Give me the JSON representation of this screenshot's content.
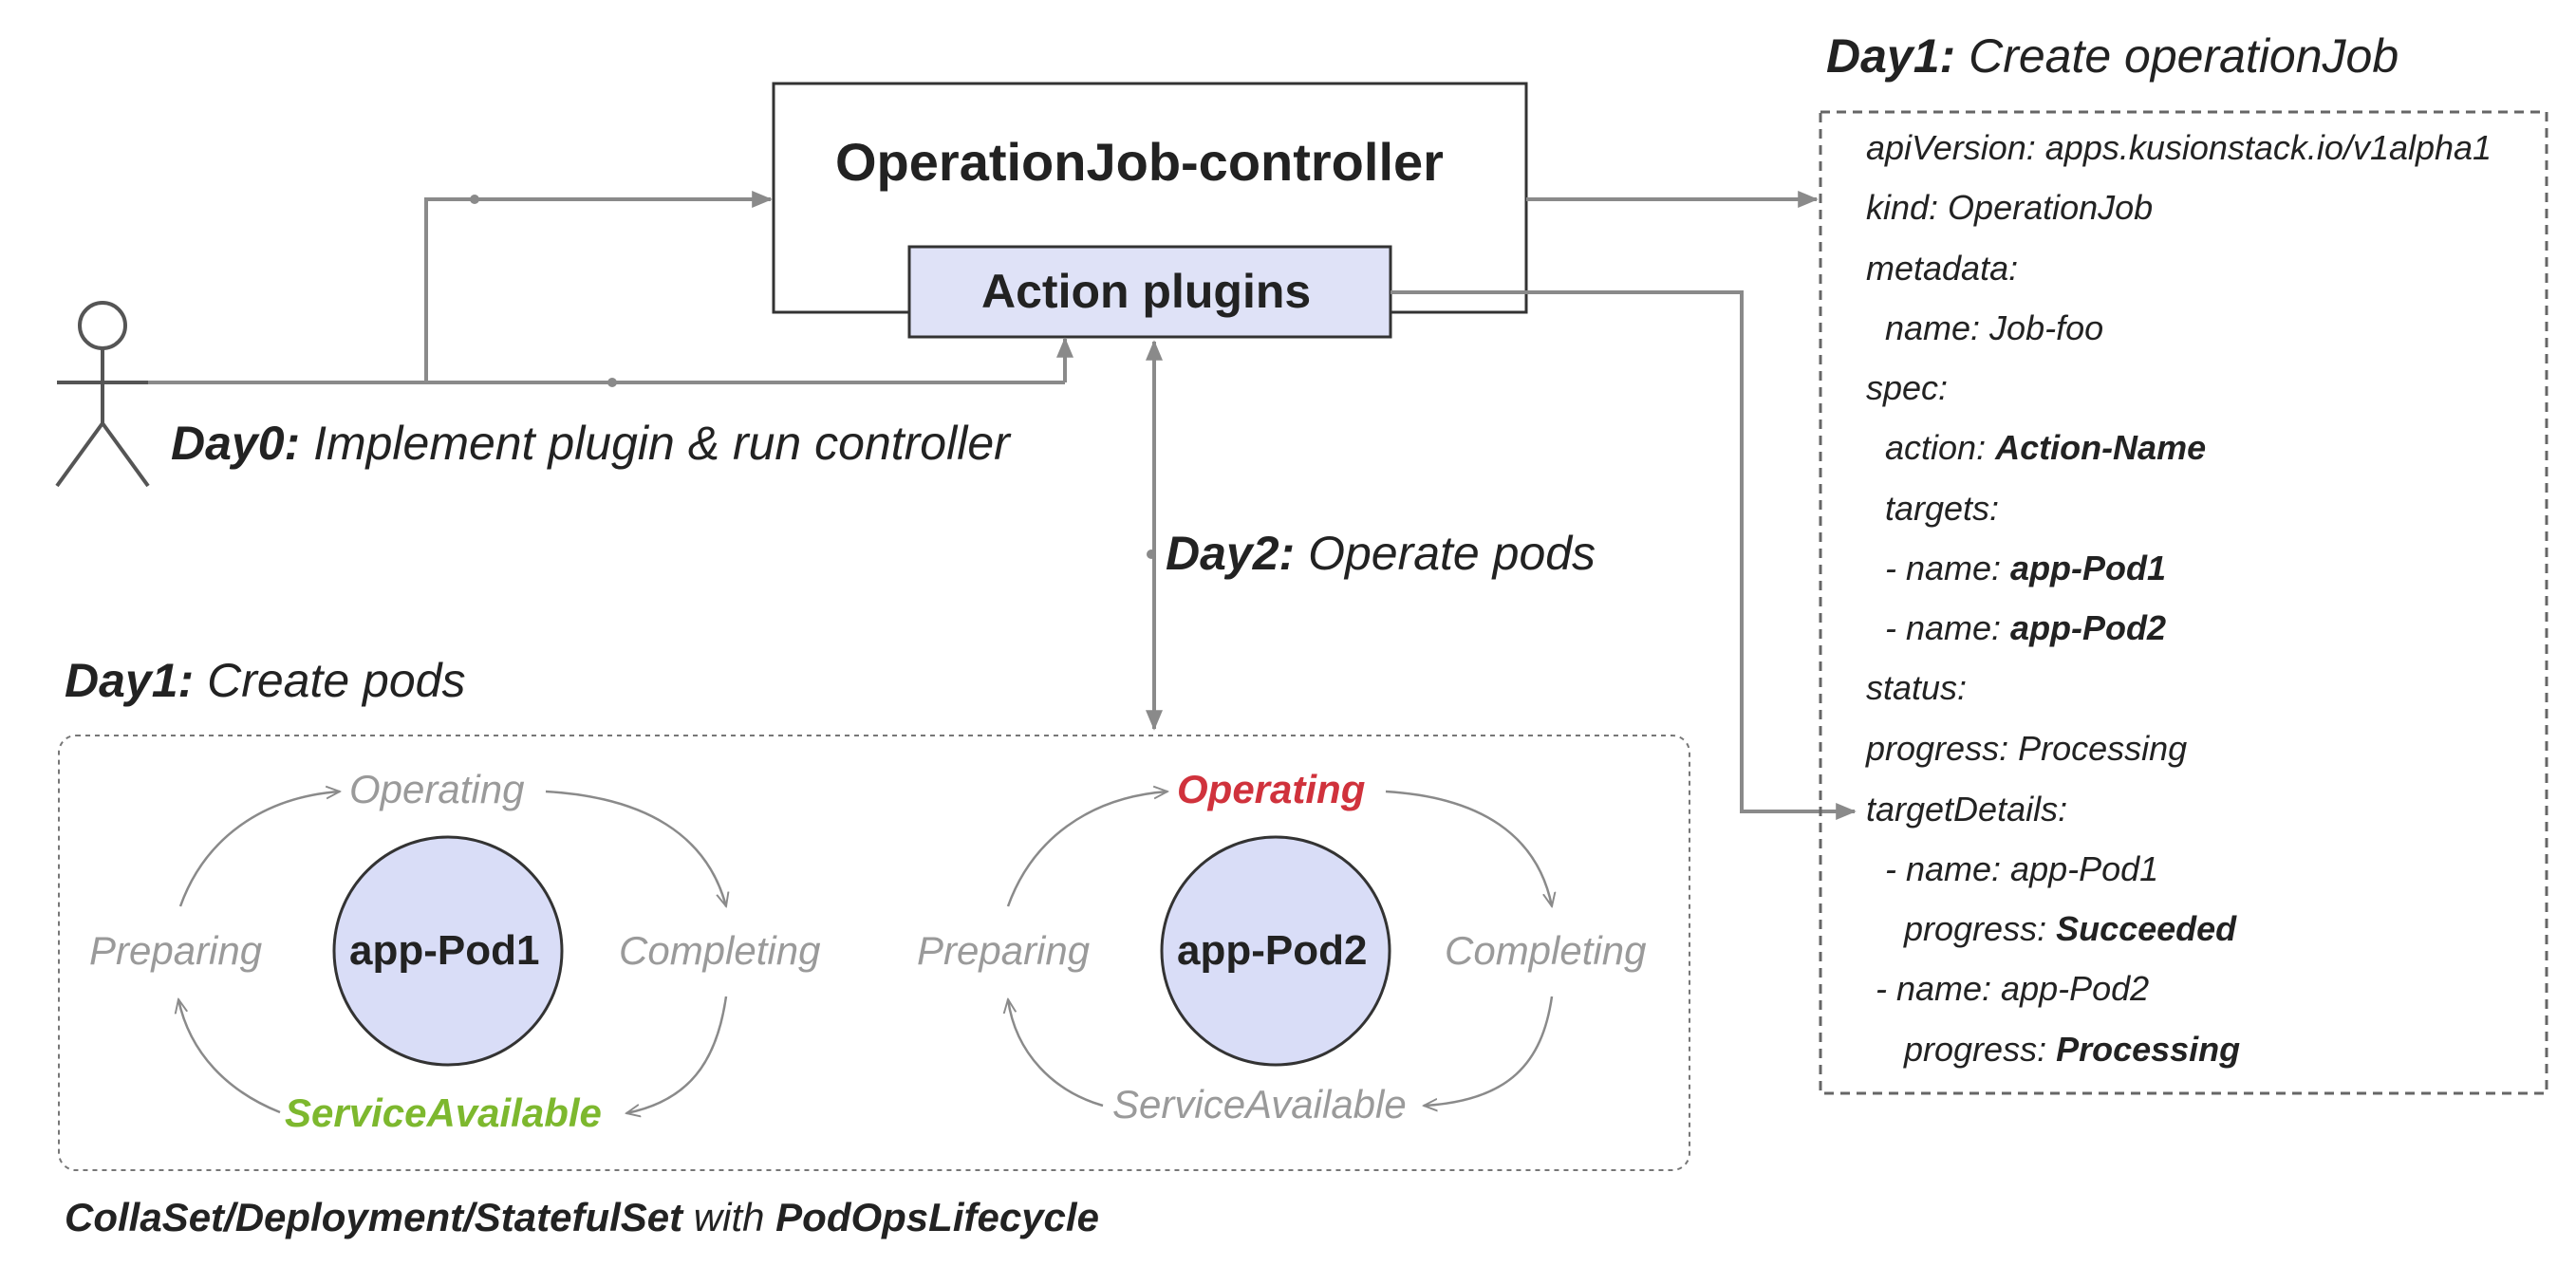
{
  "controller": {
    "title": "OperationJob-controller",
    "plugins": "Action plugins"
  },
  "labels": {
    "day0_key": "Day0:",
    "day0_text": " Implement plugin & run controller",
    "day2_key": "Day2:",
    "day2_text": " Operate pods",
    "day1_pods_key": "Day1:",
    "day1_pods_text": " Create pods",
    "day1_job_key": "Day1:",
    "day1_job_text": " Create operationJob"
  },
  "pod1": {
    "name": "app-Pod1",
    "operating": "Operating",
    "preparing": "Preparing",
    "completing": "Completing",
    "service": "ServiceAvailable"
  },
  "pod2": {
    "name": "app-Pod2",
    "operating": "Operating",
    "preparing": "Preparing",
    "completing": "Completing",
    "service": "ServiceAvailable"
  },
  "caption": {
    "part1": "CollaSet/Deployment/StatefulSet",
    "part2": " with ",
    "part3": "PodOpsLifecycle"
  },
  "yaml": {
    "l1": "apiVersion: apps.kusionstack.io/v1alpha1",
    "l2": "kind: OperationJob",
    "l3": "metadata:",
    "l4": "name: Job-foo",
    "l5": "spec:",
    "l6k": "action: ",
    "l6v": "Action-Name",
    "l7": "targets:",
    "l8k": "- name: ",
    "l8v": "app-Pod1",
    "l9k": "- name: ",
    "l9v": "app-Pod2",
    "l10": "status:",
    "l11": "progress: Processing",
    "l12": "targetDetails:",
    "l13": "- name: app-Pod1",
    "l14k": "progress: ",
    "l14v": "Succeeded",
    "l15": "- name: app-Pod2",
    "l16k": "progress: ",
    "l16v": "Processing"
  },
  "colors": {
    "line": "#8a8a8a",
    "plugins_fill": "#dfe2f7",
    "pod_fill": "#d9ddf7",
    "operating_active": "#d0323c",
    "service_active": "#7db82e"
  },
  "icons": [
    "actor-icon"
  ]
}
